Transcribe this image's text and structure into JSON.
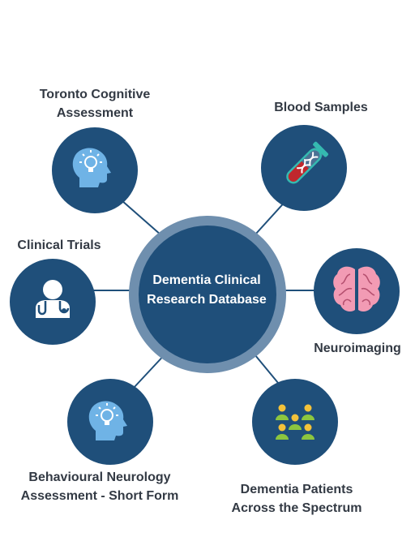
{
  "center": {
    "line1": "Dementia Clinical",
    "line2": "Research Database"
  },
  "nodes": [
    {
      "id": "toronto",
      "line1": "Toronto Cognitive",
      "line2": "Assessment",
      "icon": "lightbulb-head-icon"
    },
    {
      "id": "blood",
      "line1": "Blood Samples",
      "icon": "test-tube-icon"
    },
    {
      "id": "clinical",
      "line1": "Clinical Trials",
      "icon": "doctor-stethoscope-icon"
    },
    {
      "id": "neuro",
      "line1": "Neuroimaging",
      "icon": "brain-icon"
    },
    {
      "id": "behavioural",
      "line1": "Behavioural Neurology",
      "line2": "Assessment - Short Form",
      "icon": "lightbulb-head-icon"
    },
    {
      "id": "patients",
      "line1": "Dementia Patients",
      "line2": "Across the Spectrum",
      "icon": "people-group-icon"
    }
  ],
  "colors": {
    "node_fill": "#1f4f7a",
    "center_ring": "#6f8fae",
    "connector": "#1f4f7a",
    "label_text": "#333a44",
    "icon_blue": "#6fb3e6",
    "brain_pink": "#f29bb4",
    "tube_red": "#c0272d",
    "tube_teal": "#35b9b0",
    "people_green": "#8cc63f",
    "people_yellow": "#f3c23a"
  }
}
